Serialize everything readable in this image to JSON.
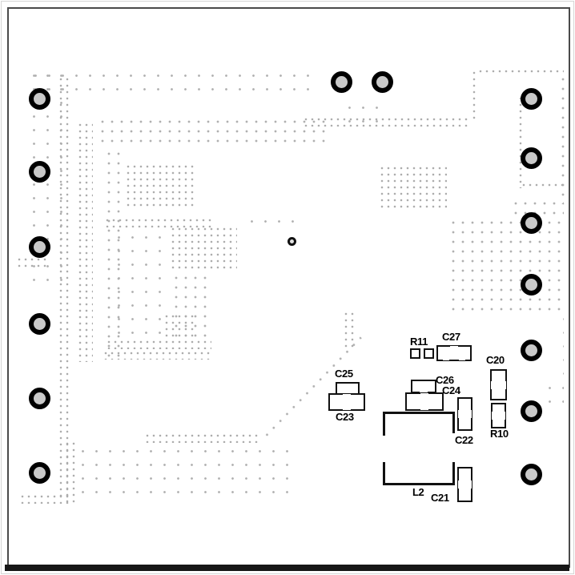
{
  "pcb": {
    "description": "PCB assembly drawing, top silkscreen with stippled copper pours",
    "colors": {
      "background": "#ffffff",
      "outline": "#111111",
      "frame": "#4a4a4a",
      "dots": "#b0b0b0",
      "hole_ring": "#000000",
      "hole_fill": "#c9c9c9"
    },
    "components": [
      {
        "ref": "R11"
      },
      {
        "ref": "C27"
      },
      {
        "ref": "C25"
      },
      {
        "ref": "C23"
      },
      {
        "ref": "C26"
      },
      {
        "ref": "C24"
      },
      {
        "ref": "C22"
      },
      {
        "ref": "C20"
      },
      {
        "ref": "R10"
      },
      {
        "ref": "L2"
      },
      {
        "ref": "C21"
      }
    ],
    "holes": {
      "left_column": 6,
      "right_column": 7,
      "top_row": 2,
      "small_vias": 1
    }
  }
}
